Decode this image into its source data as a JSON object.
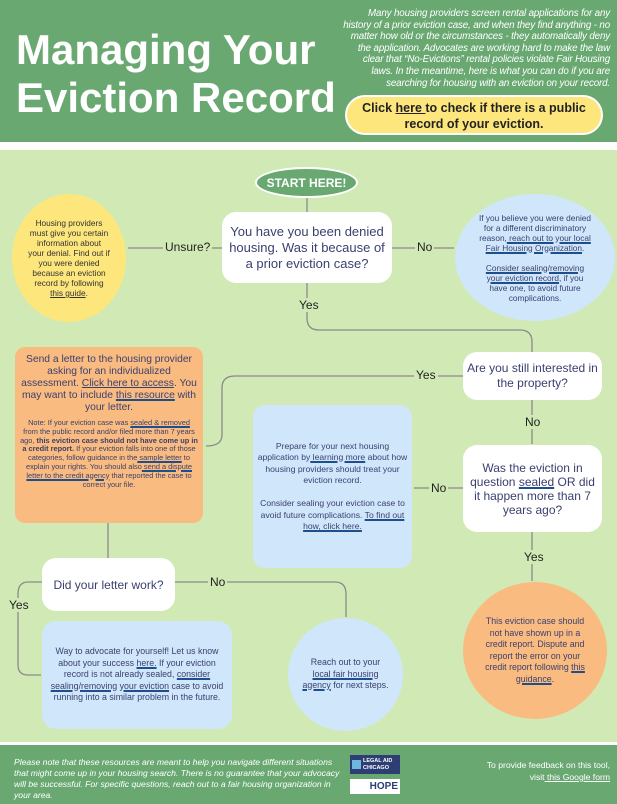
{
  "header": {
    "title_line1": "Managing Your",
    "title_line2": "Eviction Record",
    "intro": "Many housing providers screen rental applications for any history of a prior eviction case, and when they find anything - no matter how old or the circumstances - they automatically deny the application. Advocates are working hard to make the law clear that “No-Evictions” rental policies violate Fair Housing laws. In the meantime, here is what you can do if you are searching for housing with an eviction on your record.",
    "check_pre": "Click ",
    "check_link": "here ",
    "check_post": "to check if there is a public record of your eviction."
  },
  "flow": {
    "start": "START HERE!",
    "q1": "You have you been denied housing. Was it because of a prior eviction case?",
    "unsure_label": "Unsure?",
    "no_label_1": "No",
    "yes_label_1": "Yes",
    "yellow": {
      "pre": "Housing providers must give you certain information about your denial. Find out if you were denied because an eviction record by following ",
      "link": "this guide",
      "post": "."
    },
    "blue_right": {
      "p1_pre": "If you believe you were denied for a different discriminatory reason,",
      "p1_link": " reach out to your local Fair Housing Organization",
      "p1_post": ".",
      "p2_link": "Consider sealing/removing your eviction record",
      "p2_post": ", if you have one, to avoid future complications."
    },
    "q2": "Are you still interested in the property?",
    "yes_label_2": "Yes",
    "no_label_2": "No",
    "orange_box": {
      "p1_a": "Send a letter to the housing provider asking for an individualized assessment. ",
      "p1_link1": "Click here to access",
      "p1_b": ". You may want to include ",
      "p1_link2": "this resource",
      "p1_c": " with your letter.",
      "note_a": "Note: If your eviction case was ",
      "note_link1": "sealed & removed",
      "note_b": " from the public record and/or filed more than 7 years ago, ",
      "note_bold": "this eviction case should not have come up in a credit report.",
      "note_c": " If your eviction falls into one of those categories, follow guidance in the",
      "note_link2": " sample letter",
      "note_d": " to explain your rights. You should also",
      "note_link3": " send a dispute letter to the credit agency",
      "note_e": " that reported the case to correct your file."
    },
    "q3_a": "Was the eviction in question ",
    "q3_link": "sealed",
    "q3_b": " OR did it happen more than 7 years ago?",
    "no_label_3": "No",
    "yes_label_3": "Yes",
    "blue_mid": {
      "p1_a": "Prepare for your next housing application by",
      "p1_link": " learning more",
      "p1_b": " about how housing providers should treat your eviction record.",
      "p2_a": "Consider sealing your eviction case to avoid future complications. ",
      "p2_link": "To find out how, click here."
    },
    "q4": "Did your letter work?",
    "no_label_4": "No",
    "yes_label_4": "Yes",
    "blue_bottom": {
      "a": "Way to advocate for yourself! Let us know about your success ",
      "link1": "here.",
      "b": " If your eviction record is not already sealed, ",
      "link2": "consider sealing/removing your eviction",
      "c": " case to avoid running into a similar problem in the future."
    },
    "blue_circle": {
      "a": "Reach out to your ",
      "link": "local fair housing agency",
      "b": " for next steps."
    },
    "orange_ellipse": {
      "a": "This eviction case should not have shown up in a credit report. Dispute and report the error on your credit report following ",
      "link": "this guidance",
      "b": "."
    }
  },
  "footer": {
    "disclaimer": "Please note that these resources are meant to help you navigate different situations that might come up in your housing search. There is no guarantee that your advocacy will be successful. For specific questions, reach out to a fair housing organization in your area.",
    "logo1": "LEGAL AID CHICAGO",
    "logo2": "HOPE",
    "feedback_pre": "To provide feedback on this tool,",
    "feedback_visit": "visit",
    "feedback_link": " this Google form"
  },
  "colors": {
    "green": "#6aa872",
    "bg": "#d1eab5",
    "yellow": "#fde67c",
    "blue": "#cfe6fb",
    "orange": "#f9bb7f"
  }
}
